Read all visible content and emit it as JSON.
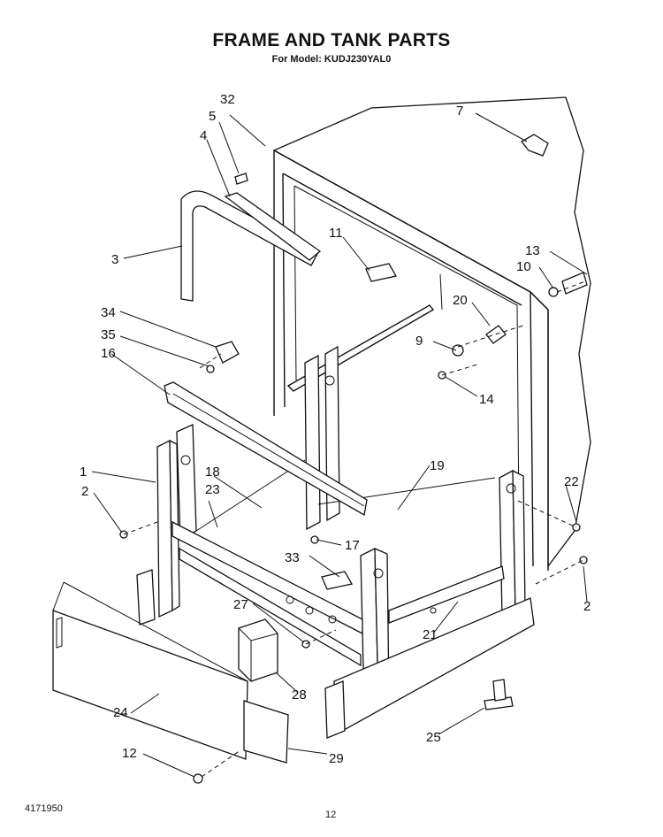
{
  "header": {
    "title": "FRAME AND TANK PARTS",
    "subtitle": "For Model: KUDJ230YAL0"
  },
  "footer": {
    "doc_number": "4171950",
    "page_number": "12"
  },
  "callouts": [
    "1",
    "2",
    "2",
    "3",
    "4",
    "5",
    "7",
    "9",
    "10",
    "11",
    "12",
    "13",
    "14",
    "16",
    "17",
    "18",
    "19",
    "20",
    "21",
    "22",
    "23",
    "24",
    "25",
    "27",
    "28",
    "29",
    "32",
    "33",
    "34",
    "35"
  ]
}
